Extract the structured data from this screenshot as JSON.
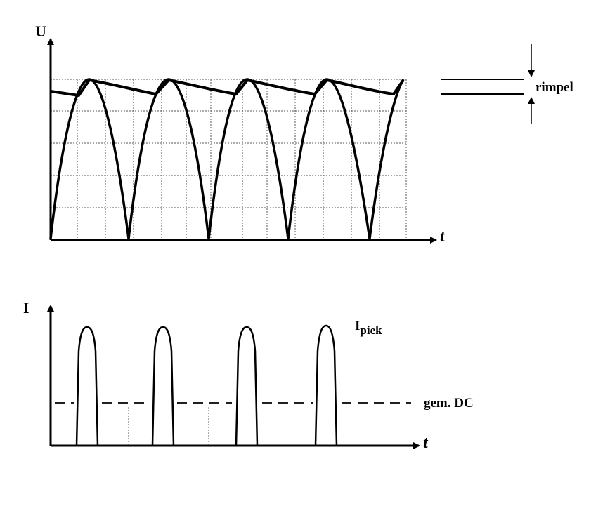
{
  "voltage_graph": {
    "y_axis_label": "U",
    "x_axis_label": "t",
    "ripple_label": "rimpel"
  },
  "current_graph": {
    "y_axis_label": "I",
    "x_axis_label": "t",
    "peak_label_main": "I",
    "peak_label_sub": "piek",
    "average_label": "gem. DC"
  },
  "colors": {
    "ink": "#000000",
    "grid": "#555555"
  }
}
